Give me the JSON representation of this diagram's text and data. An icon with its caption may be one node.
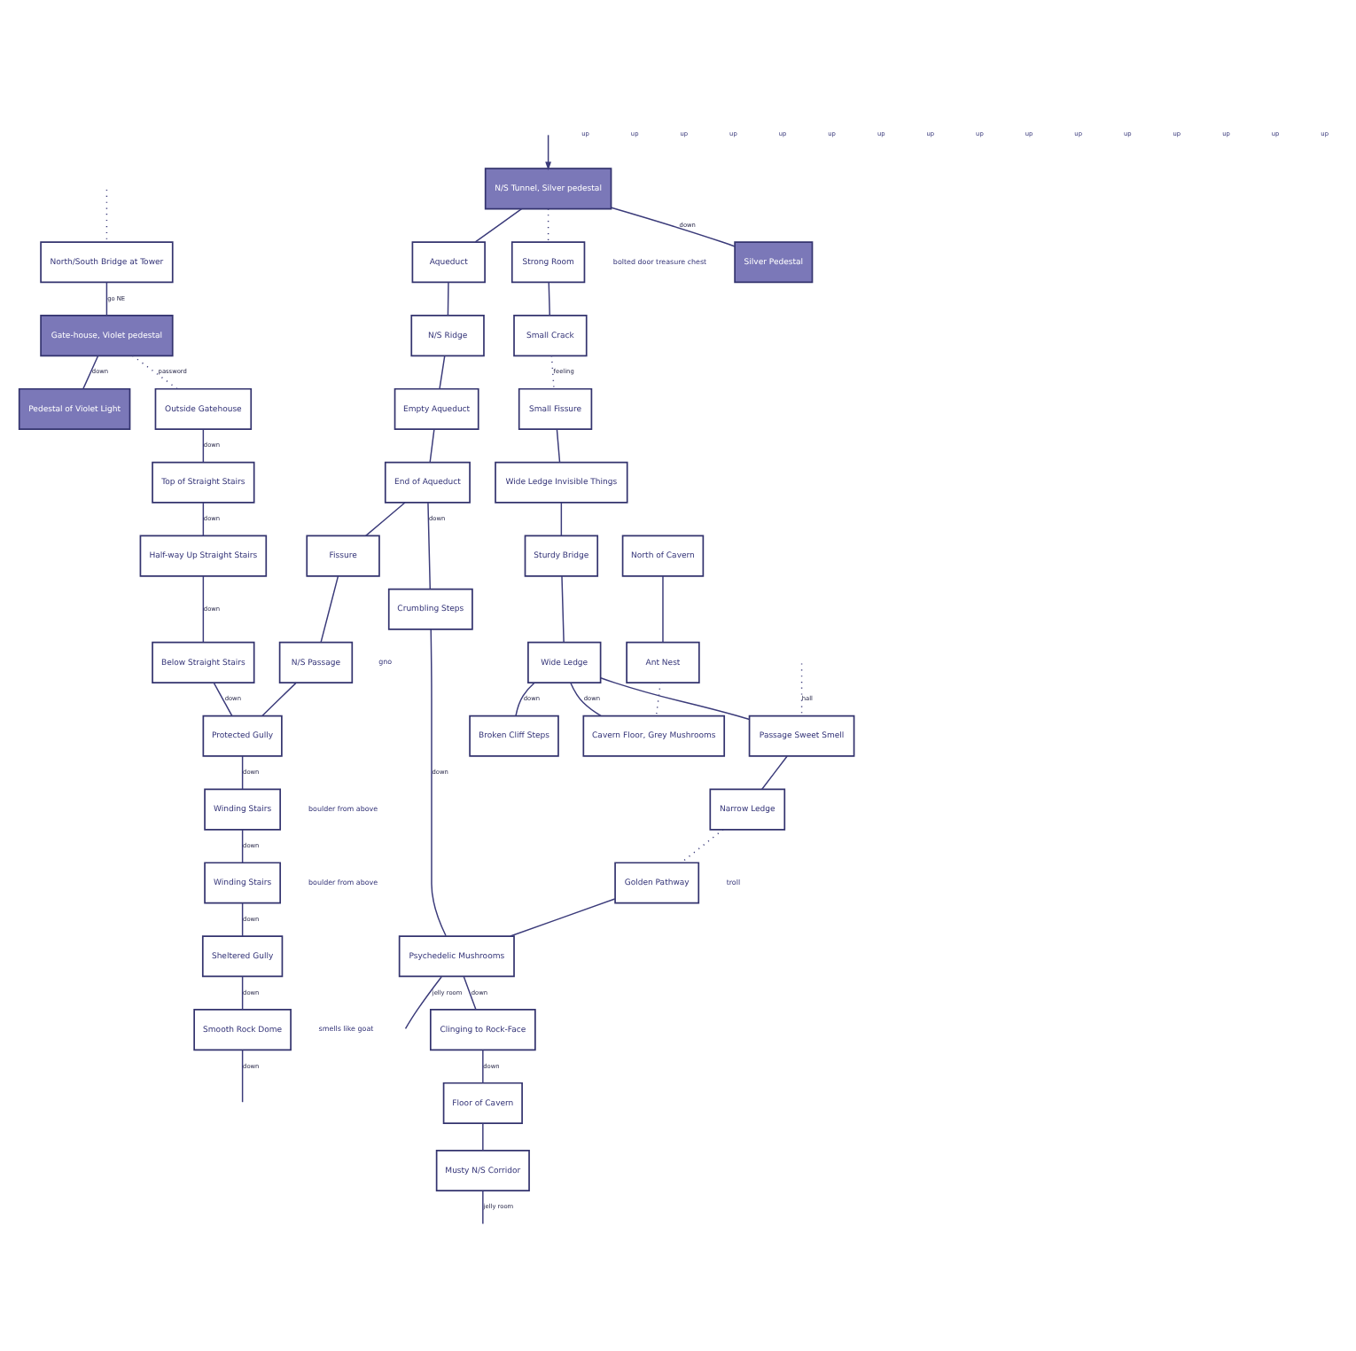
{
  "diagram": {
    "nodes": [
      {
        "text": [
          "N/S Tunnel, Silver pedestal"
        ]
      },
      {
        "text": [
          "Strong Room"
        ],
        "beside": [
          "bolted door treasure chest"
        ]
      },
      {
        "text": [
          "Small Crack"
        ]
      },
      {
        "text": [
          "Silver Pedestal"
        ]
      },
      {
        "text": [
          "Aqueduct"
        ]
      },
      {
        "text": [
          "North/South Bridge at Tower"
        ]
      },
      {
        "text": [
          "Small Fissure"
        ]
      },
      {
        "text": [
          "N/S Ridge"
        ]
      },
      {
        "text": [
          "Gate-house, Violet pedestal"
        ]
      },
      {
        "text": [
          "Pedestal of Violet Light"
        ]
      },
      {
        "text": [
          "Wide Ledge Invisible Things"
        ]
      },
      {
        "text": [
          "North of Cavern"
        ]
      },
      {
        "text": [
          "Empty Aqueduct"
        ]
      },
      {
        "text": [
          "Outside Gatehouse"
        ]
      },
      {
        "text": [
          "Ant Nest"
        ]
      },
      {
        "text": [
          "Sturdy Bridge"
        ]
      },
      {
        "text": [
          "End of Aqueduct"
        ]
      },
      {
        "text": [
          "Top of Straight Stairs"
        ]
      },
      {
        "text": [
          "Cavern Floor, Grey Mushrooms"
        ]
      },
      {
        "text": [
          "Wide Ledge"
        ]
      },
      {
        "text": [
          "Broken Cliff Steps"
        ]
      },
      {
        "text": [
          "Fissure"
        ]
      },
      {
        "text": [
          "Half-way Up Straight Stairs"
        ]
      },
      {
        "text": [
          "Passage Sweet Smell"
        ]
      },
      {
        "text": [
          "N/S Passage"
        ],
        "beside": [
          "gno"
        ]
      },
      {
        "text": [
          "Below Straight Stairs"
        ]
      },
      {
        "text": [
          "Narrow Ledge"
        ]
      },
      {
        "text": [
          "Crumbling Steps"
        ]
      },
      {
        "text": [
          "Protected Gully"
        ]
      },
      {
        "text": [
          "Golden Pathway"
        ],
        "beside": [
          "troll"
        ]
      },
      {
        "text": [
          "Winding Stairs"
        ],
        "beside": [
          "boulder from above"
        ]
      },
      {
        "text": [
          "Psychedelic Mushrooms"
        ]
      },
      {
        "text": [
          "Clinging to Rock-Face"
        ]
      },
      {
        "text": [
          "Floor of Cavern"
        ]
      },
      {
        "text": [
          "Winding Stairs"
        ],
        "beside": [
          "boulder from above"
        ]
      },
      {
        "text": [
          "Musty N/S Corridor"
        ]
      },
      {
        "text": [
          "Sheltered Gully"
        ]
      },
      {
        "text": [
          "Smooth Rock Dome"
        ],
        "beside": [
          "smells like goat"
        ]
      }
    ],
    "edges": [
      {
        "from": null,
        "to": 0,
        "arrow": "to"
      },
      {
        "from": 0,
        "to": 1,
        "arrow": "none",
        "style": "dashed"
      },
      {
        "from": 1,
        "to": 2,
        "arrow": "none"
      },
      {
        "from": 2,
        "to": 6,
        "arrow": "none",
        "style": "dashed",
        "label": "feeling"
      },
      {
        "from": 0,
        "to": 3,
        "arrow": "none",
        "label": "down"
      },
      {
        "from": 0,
        "to": 4,
        "arrow": "none"
      },
      {
        "from": 4,
        "to": 7,
        "arrow": "none"
      },
      {
        "from": 7,
        "to": 12,
        "arrow": "none"
      },
      {
        "from": 12,
        "to": 16,
        "arrow": "none"
      },
      {
        "from": 16,
        "to": 21,
        "arrow": "none"
      },
      {
        "from": 21,
        "to": 24,
        "arrow": "none"
      },
      {
        "from": 24,
        "to": 28,
        "arrow": "none"
      },
      {
        "from": null,
        "to": 5,
        "arrow": "none",
        "style": "dashed"
      },
      {
        "from": 5,
        "to": 8,
        "arrow": "none",
        "label": "go NE"
      },
      {
        "from": 8,
        "to": 9,
        "arrow": "none",
        "label": "down"
      },
      {
        "from": 8,
        "to": 13,
        "arrow": "none",
        "style": "dashed",
        "label": "password"
      },
      {
        "from": 13,
        "to": 17,
        "arrow": "none",
        "label": "down"
      },
      {
        "from": 17,
        "to": 22,
        "arrow": "none",
        "label": "down"
      },
      {
        "from": 22,
        "to": 25,
        "arrow": "none",
        "label": "down"
      },
      {
        "from": 25,
        "to": 28,
        "arrow": "none",
        "label": "down"
      },
      {
        "from": 16,
        "to": 27,
        "arrow": "none",
        "label": "down"
      },
      {
        "from": 28,
        "to": 30,
        "arrow": "none",
        "label": "down"
      },
      {
        "from": 30,
        "to": 34,
        "arrow": "none",
        "label": "down"
      },
      {
        "from": 34,
        "to": 36,
        "arrow": "none",
        "label": "down"
      },
      {
        "from": 36,
        "to": 37,
        "arrow": "none",
        "label": "down"
      },
      {
        "from": 37,
        "to": null,
        "arrow": "none",
        "label": "down"
      },
      {
        "from": 6,
        "to": 10,
        "arrow": "none"
      },
      {
        "from": 10,
        "to": 15,
        "arrow": "none"
      },
      {
        "from": 11,
        "to": 14,
        "arrow": "none"
      },
      {
        "from": 14,
        "to": 18,
        "arrow": "none",
        "style": "dashed"
      },
      {
        "from": 15,
        "to": 19,
        "arrow": "none"
      },
      {
        "from": 19,
        "to": 18,
        "arrow": "none",
        "label": "down"
      },
      {
        "from": 19,
        "to": 20,
        "arrow": "none",
        "label": "down"
      },
      {
        "from": 19,
        "to": 23,
        "arrow": "none"
      },
      {
        "from": null,
        "to": 23,
        "arrow": "none",
        "style": "dashed",
        "label": "hall"
      },
      {
        "from": 23,
        "to": 26,
        "arrow": "none"
      },
      {
        "from": 26,
        "to": 29,
        "arrow": "none",
        "style": "dashed"
      },
      {
        "from": 29,
        "to": 31,
        "arrow": "none"
      },
      {
        "from": 27,
        "to": 31,
        "arrow": "none",
        "label": "down"
      },
      {
        "from": 31,
        "to": 32,
        "arrow": "none",
        "label": "down"
      },
      {
        "from": 32,
        "to": 33,
        "arrow": "none",
        "label": "down"
      },
      {
        "from": 33,
        "to": 35,
        "arrow": "none"
      },
      {
        "from": 31,
        "to": null,
        "arrow": "none",
        "label": "jelly room"
      },
      {
        "from": 35,
        "to": null,
        "arrow": "none",
        "label": "jelly room"
      }
    ],
    "labels": [
      "up",
      "up",
      "up",
      "up",
      "up",
      "up",
      "up",
      "up",
      "up",
      "up",
      "up",
      "up",
      "up",
      "up",
      "up",
      "up"
    ]
  }
}
